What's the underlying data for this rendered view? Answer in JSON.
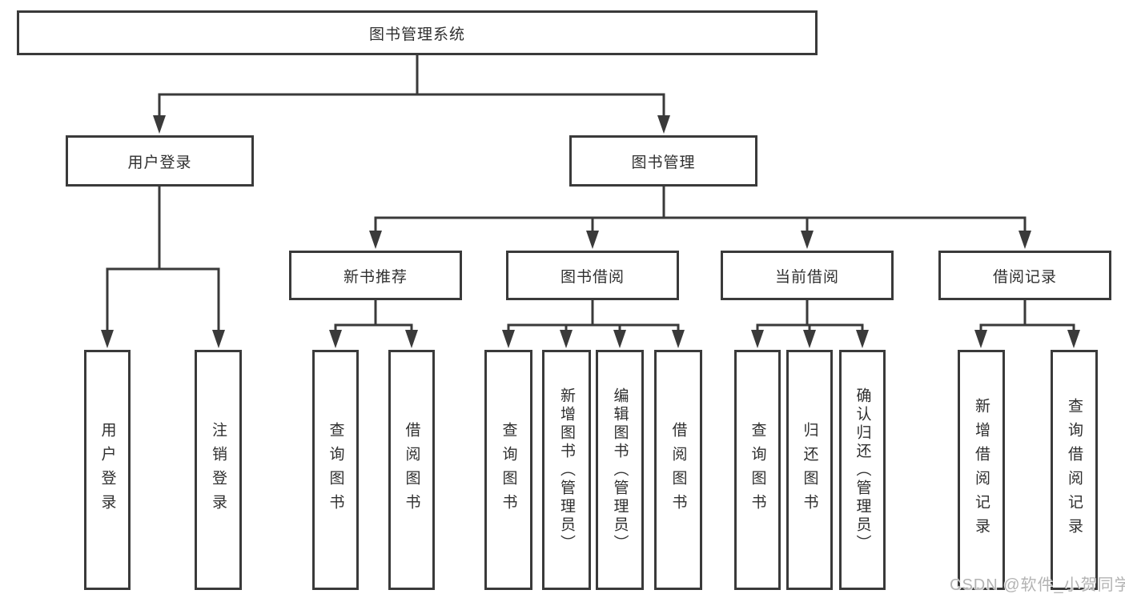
{
  "tree": {
    "root": {
      "label": "图书管理系统",
      "children": [
        {
          "label": "用户登录",
          "children": [
            {
              "label": "用户登录"
            },
            {
              "label": "注销登录"
            }
          ]
        },
        {
          "label": "图书管理",
          "children": [
            {
              "label": "新书推荐",
              "children": [
                {
                  "label": "查询图书"
                },
                {
                  "label": "借阅图书"
                }
              ]
            },
            {
              "label": "图书借阅",
              "children": [
                {
                  "label": "查询图书"
                },
                {
                  "label": "新增图书（管理员）"
                },
                {
                  "label": "编辑图书（管理员）"
                },
                {
                  "label": "借阅图书"
                }
              ]
            },
            {
              "label": "当前借阅",
              "children": [
                {
                  "label": "查询图书"
                },
                {
                  "label": "归还图书"
                },
                {
                  "label": "确认归还（管理员）"
                }
              ]
            },
            {
              "label": "借阅记录",
              "children": [
                {
                  "label": "新增借阅记录"
                },
                {
                  "label": "查询借阅记录"
                }
              ]
            }
          ]
        }
      ]
    }
  },
  "watermark": {
    "text": "CSDN @软件_小贺同学"
  },
  "colors": {
    "line": "#3a3a3a",
    "box_border": "#3a3a3a",
    "text": "#2f2f2f",
    "watermark": "#b3b3b3",
    "background": "#ffffff"
  }
}
